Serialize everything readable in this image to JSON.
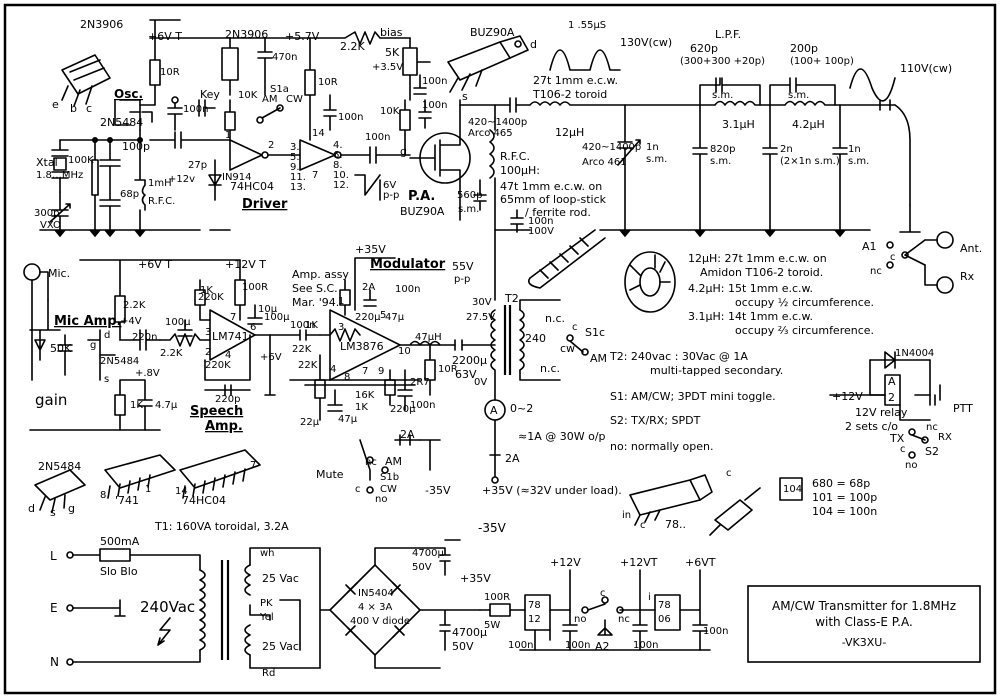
{
  "title_block": {
    "line1": "AM/CW Transmitter for 1.8MHz",
    "line2": "with Class-E P.A.",
    "author": "-VK3XU-"
  },
  "oscillator": {
    "heading": "Osc.",
    "transistor": "2N5484",
    "part_top": "2N3906",
    "crystal": "Xtal",
    "crystal_freq": "1.8…MHz",
    "vxo_cap": "300p",
    "vxo": "VXO",
    "r1": "100K",
    "c1": "100p",
    "c2": "68p",
    "c3": "27p",
    "rfc_val": "1mH",
    "rfc": "R.F.C.",
    "r2": "10R",
    "c4": "100n",
    "supply": "+6V T",
    "v12": "+12v"
  },
  "keying": {
    "transistor": "2N3906",
    "c": "470n",
    "r": "10K",
    "key": "Key",
    "rail": "+5.7V",
    "s1a": "S1a",
    "am": "AM",
    "cw": "CW",
    "pin_e": "e",
    "pin_b": "b",
    "pin_c": "c"
  },
  "driver": {
    "heading": "Driver",
    "ic": "74HC04",
    "diode": "IN914",
    "r": "10R",
    "c": "100n",
    "pins_in": [
      "3.",
      "5.",
      "9.",
      "11.",
      "13."
    ],
    "pins_out": [
      "4.",
      "6.",
      "8.",
      "10.",
      "12."
    ],
    "pin1": "1",
    "pin2": "2",
    "pin14": "14",
    "pin7": "7",
    "coupling": "100n",
    "gate_v": "6V",
    "gate_pp": "p-p"
  },
  "bias": {
    "label": "bias",
    "r1": "2.2K",
    "pot": "5K",
    "v": "+3.5V",
    "c": "100n",
    "r2": "10K",
    "gnd_c": "100n"
  },
  "pa": {
    "heading": "P.A.",
    "fet": "BUZ90A",
    "part_label": "BUZ90A",
    "pin_g": "g",
    "pin_d": "d",
    "pin_s": "s",
    "c_shunt": "560p",
    "c_shunt_sm": "s.m.",
    "c_series": "420~1400p",
    "c_series_type": "Arco 465",
    "l_series": "12µH",
    "rfc_label": "R.F.C.",
    "rfc_val": "100µH:",
    "rfc_desc1": "47t 1mm e.c.w. on",
    "rfc_desc2": "65mm of loop-stick",
    "rfc_desc3": "/ ferrite rod.",
    "c_byp1": "100n",
    "c_byp2": "100V",
    "wave_voltage": "130V(cw)",
    "wave_period": "1 .55µS",
    "toroid_desc1": "27t 1mm e.c.w.",
    "toroid_desc2": "T106-2 toroid"
  },
  "filter": {
    "heading": "L.P.F.",
    "c_top1": "620p",
    "c_top1_note": "(300+300 +20p)",
    "c_top1_sm": "s.m.",
    "c_top2": "200p",
    "c_top2_note": "(100+ 100p)",
    "c_top2_sm": "s.m.",
    "l1": "3.1µH",
    "l2": "4.2µH",
    "c_shunt1": "420~1400p",
    "c_shunt1_type": "Arco 461",
    "c_shunt2": "1n",
    "c_shunt2_sm": "s.m.",
    "c_shunt3": "820p",
    "c_shunt3_sm": "s.m.",
    "c_shunt4": "2n",
    "c_shunt4_note": "(2×1n s.m.)",
    "c_shunt5": "1n",
    "c_shunt5_sm": "s.m.",
    "out_voltage": "110V(cw)"
  },
  "antenna": {
    "relay": "A1",
    "ant": "Ant.",
    "rx": "Rx",
    "nc": "nc",
    "c": "c"
  },
  "inductor_notes": [
    "12µH: 27t 1mm e.c.w. on",
    "Amidon T106-2 toroid.",
    "4.2µH: 15t 1mm e.c.w.",
    "occupy ½ circumference.",
    "3.1µH: 14t 1mm e.c.w.",
    "occupy ⅔ circumference."
  ],
  "mic_amp": {
    "heading": "Mic Amp.",
    "mic": "Mic.",
    "transistor": "2N5484",
    "r_drain": "2.2K",
    "v_drain": "+4V",
    "c_out": "220n",
    "pot": "50K",
    "gain": "gain",
    "c_src": "4.7µ",
    "r_src": "1K",
    "v_src": "+.8V",
    "supply": "+6V T",
    "pin_d": "d",
    "pin_s": "s",
    "pin_g": "g"
  },
  "speech_amp": {
    "heading": "Speech",
    "heading2": "Amp.",
    "ic": "LM741",
    "r_in": "2.2K",
    "r1": "1K",
    "r2": "220K",
    "c_in": "100µ",
    "c_fb": "220p",
    "r_fb": "220K",
    "c_out": "10µ",
    "supply": "+12V T",
    "r_top": "100R",
    "c_byp": "100µ",
    "v_out": "+6V",
    "pin7": "7",
    "pin6": "6",
    "pin3": "3",
    "pin2": "2",
    "pin4": "4"
  },
  "modulator": {
    "heading": "Modulator",
    "assy1": "Amp. assy",
    "assy2": "See S.C.",
    "assy3": "Mar. '94.",
    "supply": "+35V",
    "neg": "-35V",
    "ic": "LM3876",
    "r_in": "1K",
    "c_in": "100n",
    "r1": "22K",
    "r2": "22K",
    "c1": "220µ",
    "c2": "47µ",
    "r3": "16K",
    "r4": "1K",
    "c3": "22µ",
    "c4": "47µ",
    "r_out": "10R",
    "r_out2": "2R7",
    "l_out": "47µH",
    "c_out": "100n",
    "c_top": "2A",
    "c_sup": "100n",
    "c_neg": "220µ",
    "fuse": "2A",
    "c_cap": "2200µ",
    "c_cap_v": "63V",
    "mute": "Mute",
    "am": "AM",
    "nc": "nc",
    "c": "c",
    "s1b": "S1b",
    "cw": "CW",
    "no": "no",
    "pin_list": [
      "1",
      "3",
      "4",
      "5",
      "7",
      "8",
      "9",
      "10"
    ],
    "swing": "55V",
    "swing_pp": "p-p"
  },
  "mod_transformer": {
    "label": "T2",
    "tap_hi": "30V",
    "tap_mid": "27.5V",
    "tap_lo": "0V",
    "pri": "240",
    "nc1": "n.c.",
    "nc2": "n.c.",
    "s1c": "S1c",
    "c": "c",
    "cw": "cw",
    "am": "AM",
    "meter": "A",
    "meter_range": "0~2",
    "current": "≈1A @ 30W o/p",
    "fuse": "2A",
    "supply": "+35V (≈32V under load)."
  },
  "notes": {
    "t2": "T2: 240vac : 30Vac @ 1A",
    "t2b": "multi-tapped secondary.",
    "s1": "S1: AM/CW; 3PDT mini toggle.",
    "s2": "S2: TX/RX; SPDT",
    "no": "no: normally open."
  },
  "ptt": {
    "diode": "1N4004",
    "relay": "12V relay",
    "relay2": "2 sets c/o",
    "v": "+12V",
    "ptt": "PTT",
    "tx": "TX",
    "rx": "RX",
    "s2": "S2",
    "nc": "nc",
    "c": "c",
    "no": "no",
    "a": "A",
    "n2": "2"
  },
  "parts": {
    "p2n5484": "2N5484",
    "pin_d": "d",
    "pin_s": "s",
    "pin_g": "g",
    "ic741": "'741",
    "ic74": "74HC04",
    "n8": "8",
    "n1": "1",
    "n14": "14",
    "n7": "7",
    "reg": "78..",
    "reg_in": "in",
    "reg_c": "c",
    "reg_c2": "c",
    "cap_code": "104"
  },
  "cap_codes": [
    "680 = 68p",
    "101 = 100p",
    "104 = 100n"
  ],
  "psu": {
    "t1": "T1: 160VA toroidal, 3.2A",
    "fuse": "500mA",
    "fuse_type": "Slo Blo",
    "line": "L",
    "earth": "E",
    "neutral": "N",
    "mains": "240Vac",
    "wh": "wh",
    "sec1": "25 Vac",
    "sec2": "25 Vac",
    "pk": "PK",
    "yel": "Yel",
    "rd": "Rd",
    "bridge1": "IN5404",
    "bridge2": "4 × 3A",
    "bridge3": "400 V diode",
    "neg_rail": "-35V",
    "c_neg": "4700µ",
    "c_neg_v": "50V",
    "pos_rail": "+35V",
    "c_pos": "4700µ",
    "c_pos_v": "50V",
    "r": "100R",
    "r_w": "5W",
    "reg1": "78",
    "reg1b": "12",
    "reg2": "78",
    "reg2b": "06",
    "c1": "100n",
    "c2": "100n",
    "c3": "100n",
    "c4": "100n",
    "v12": "+12V",
    "v12t": "+12VT",
    "v6t": "+6VT",
    "relay": "A2",
    "no": "no",
    "c": "c",
    "nc": "nc",
    "i": "i"
  }
}
